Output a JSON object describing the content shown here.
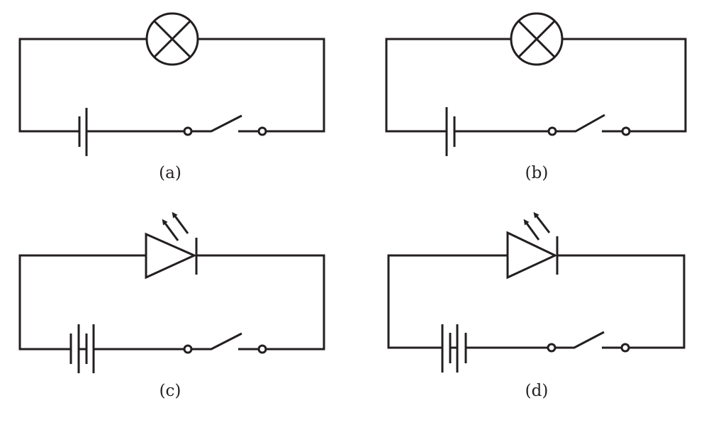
{
  "diagrams": [
    {
      "label": "(a)",
      "load": "lamp",
      "cells": 1,
      "battery_orientation": "short-plate-left"
    },
    {
      "label": "(b)",
      "load": "lamp",
      "cells": 1,
      "battery_orientation": "long-plate-left"
    },
    {
      "label": "(c)",
      "load": "led",
      "cells": 2,
      "battery_orientation": "short-plate-left"
    },
    {
      "label": "(d)",
      "load": "led",
      "cells": 2,
      "battery_orientation": "long-plate-left"
    }
  ],
  "colors": {
    "line": "#231f20",
    "background": "#ffffff"
  }
}
